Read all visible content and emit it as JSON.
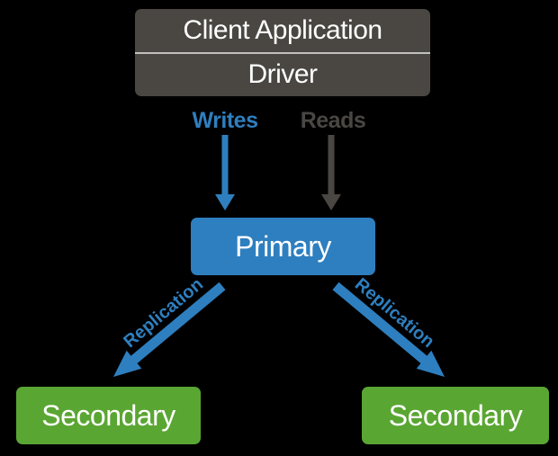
{
  "client_box": {
    "line1": "Client Application",
    "line2": "Driver"
  },
  "annotations": {
    "writes": "Writes",
    "reads": "Reads",
    "replication_left": "Replication",
    "replication_right": "Replication"
  },
  "nodes": {
    "primary": "Primary",
    "secondary_left": "Secondary",
    "secondary_right": "Secondary"
  },
  "colors": {
    "background": "#000000",
    "client_box_bg": "#4a4743",
    "client_divider": "#c2c1bf",
    "blue_accent": "#2e7fbf",
    "green_accent": "#5aa633",
    "reads_gray": "#4a4743",
    "text_white": "#ffffff"
  }
}
